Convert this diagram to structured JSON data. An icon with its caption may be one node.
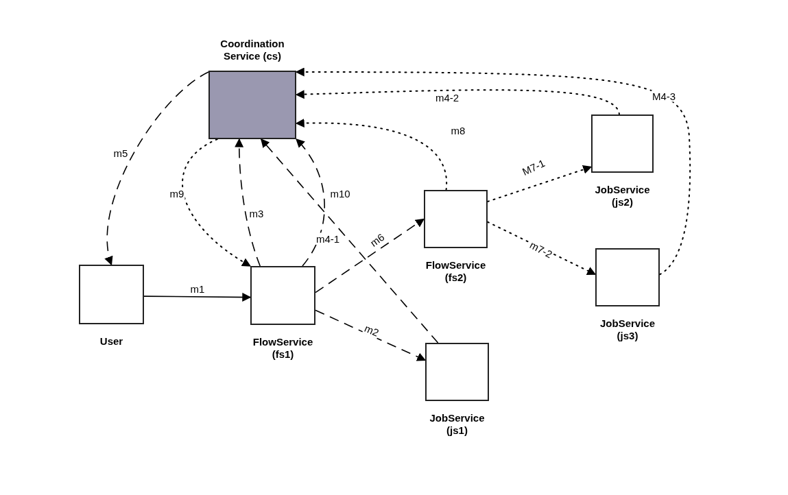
{
  "diagram": {
    "nodes": [
      {
        "text": [
          "Coordination Service (cs)"
        ]
      },
      {
        "text": [
          "User"
        ]
      },
      {
        "text": [
          "FlowService (fs1)"
        ]
      },
      {
        "text": [
          "FlowService (fs2)"
        ]
      },
      {
        "text": [
          "JobService (js1)"
        ]
      },
      {
        "text": [
          "JobService (js2)"
        ]
      },
      {
        "text": [
          "JobService (js3)"
        ]
      }
    ],
    "edges": [
      {
        "from": 1,
        "to": 2,
        "arrow": "to",
        "label": "m1"
      },
      {
        "from": 2,
        "to": 4,
        "arrow": "to",
        "label": "m2",
        "style": "dashed"
      },
      {
        "from": 2,
        "to": 0,
        "arrow": "to",
        "label": "m3",
        "style": "dashed"
      },
      {
        "from": 4,
        "to": 0,
        "arrow": "to",
        "label": "m4-1",
        "style": "dashed"
      },
      {
        "from": 5,
        "to": 0,
        "arrow": "to",
        "label": "m4-2",
        "style": "dashed"
      },
      {
        "from": 6,
        "to": 0,
        "arrow": "to",
        "label": "M4-3",
        "style": "dashed"
      },
      {
        "from": 0,
        "to": 1,
        "arrow": "to",
        "label": "m5",
        "style": "dashed"
      },
      {
        "from": 2,
        "to": 3,
        "arrow": "to",
        "label": "m6",
        "style": "dashed"
      },
      {
        "from": 3,
        "to": 5,
        "arrow": "to",
        "label": "M7-1",
        "style": "dashed"
      },
      {
        "from": 3,
        "to": 6,
        "arrow": "to",
        "label": "m7-2",
        "style": "dashed"
      },
      {
        "from": 3,
        "to": 0,
        "arrow": "to",
        "label": "m8",
        "style": "dashed"
      },
      {
        "from": 0,
        "to": 2,
        "arrow": "to",
        "label": "m9",
        "style": "dashed"
      },
      {
        "from": 2,
        "to": 0,
        "arrow": "to",
        "label": "m10",
        "style": "dashed"
      }
    ]
  }
}
